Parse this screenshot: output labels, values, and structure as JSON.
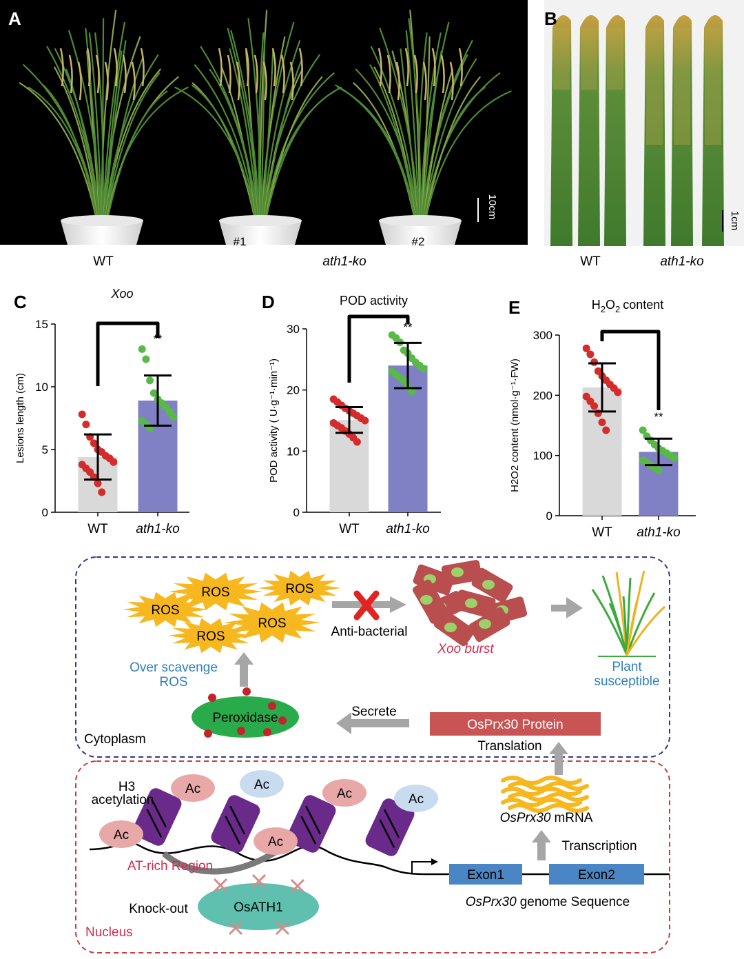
{
  "panels": {
    "A": {
      "label": "A",
      "plant_labels": [
        "#1",
        "#2"
      ],
      "scale_bar": "10cm",
      "captions": {
        "wt": "WT",
        "ko": "ath1-ko"
      }
    },
    "B": {
      "label": "B",
      "scale_bar": "1cm",
      "captions": {
        "wt": "WT",
        "ko": "ath1-ko"
      }
    },
    "C": {
      "label": "C"
    },
    "D": {
      "label": "D"
    },
    "E": {
      "label": "E"
    }
  },
  "chart_data": [
    {
      "type": "bar",
      "title": "Xoo",
      "ylabel": "Lesions length (cm)",
      "categories": [
        "WT",
        "ath1-ko"
      ],
      "values": [
        4.4,
        8.9
      ],
      "error": [
        1.8,
        2.0
      ],
      "ylim": [
        0,
        15
      ],
      "yticks": [
        "0",
        "5",
        "10",
        "15"
      ],
      "significance": "**",
      "bar_colors": [
        "#d9d9d9",
        "#7f81c4"
      ],
      "dot_colors": [
        "#d42b2b",
        "#58b947"
      ],
      "points": [
        [
          7.8,
          7.0,
          6.0,
          5.5,
          5.0,
          4.8,
          4.5,
          4.3,
          4.0,
          3.8,
          3.5,
          3.2,
          2.8,
          2.3,
          1.6
        ],
        [
          13.0,
          12.2,
          10.5,
          9.5,
          9.0,
          8.7,
          8.4,
          8.0,
          7.6,
          7.3,
          7.0,
          6.7
        ]
      ]
    },
    {
      "type": "bar",
      "title": "POD activity",
      "ylabel": "POD activity ( U·g⁻¹·min⁻¹)",
      "categories": [
        "WT",
        "ath1-ko"
      ],
      "values": [
        15.1,
        24.0
      ],
      "error": [
        2.1,
        3.7
      ],
      "ylim": [
        0,
        30
      ],
      "yticks": [
        "0",
        "10",
        "20",
        "30"
      ],
      "significance": "**",
      "bar_colors": [
        "#d9d9d9",
        "#7f81c4"
      ],
      "dot_colors": [
        "#d42b2b",
        "#58b947"
      ],
      "points": [
        [
          18.5,
          18.0,
          17.5,
          17.0,
          16.6,
          16.2,
          15.8,
          15.4,
          15.0,
          14.6,
          14.2,
          13.8,
          13.3,
          12.8,
          12.2,
          11.5
        ],
        [
          29.0,
          28.5,
          27.8,
          26.5,
          26.0,
          25.2,
          24.5,
          24.0,
          23.5,
          23.0,
          22.5,
          22.0,
          21.5,
          20.5,
          19.8
        ]
      ]
    },
    {
      "type": "bar",
      "title": "H2O2 content",
      "ylabel": "H2O2 content (nmol·g⁻¹·FW)",
      "categories": [
        "WT",
        "ath1-ko"
      ],
      "values": [
        213,
        106
      ],
      "error": [
        40,
        22
      ],
      "ylim": [
        0,
        300
      ],
      "yticks": [
        "0",
        "100",
        "200",
        "300"
      ],
      "significance": "**",
      "bar_colors": [
        "#d9d9d9",
        "#7f81c4"
      ],
      "dot_colors": [
        "#d42b2b",
        "#58b947"
      ],
      "points": [
        [
          278,
          268,
          255,
          240,
          232,
          225,
          218,
          212,
          205,
          198,
          190,
          182,
          170,
          155,
          142
        ],
        [
          142,
          132,
          125,
          118,
          112,
          108,
          104,
          100,
          96,
          92,
          88,
          84,
          80,
          75
        ]
      ]
    }
  ],
  "diagram": {
    "ros_label": "ROS",
    "anti_bacterial": "Anti-bacterial",
    "xoo_burst": "Xoo burst",
    "plant_susceptible_1": "Plant",
    "plant_susceptible_2": "susceptible",
    "over_scavenge_1": "Over scavenge",
    "over_scavenge_2": "ROS",
    "peroxidase": "Peroxidase",
    "secrete": "Secrete",
    "protein": "OsPrx30 Protein",
    "translation": "Translation",
    "cytoplasm": "Cytoplasm",
    "h3_1": "H3",
    "h3_2": "acetylation",
    "ac": "Ac",
    "mrna": "mRNA",
    "osprx30": "OsPrx30",
    "transcription": "Transcription",
    "at_rich": "AT-rich Region",
    "exon1": "Exon1",
    "exon2": "Exon2",
    "genome": "genome Sequence",
    "knock_out": "Knock-out",
    "osath1": "OsATH1",
    "nucleus": "Nucleus",
    "colors": {
      "ros": "#f7b71e",
      "peroxidase": "#2aab4b",
      "protein": "#c85454",
      "exon": "#4a86c5",
      "osath1": "#5fc0b0",
      "cyto_border": "#2c3a8a",
      "nucleus_border": "#c83c3c",
      "nucleosome": "#6a2a8a",
      "blue_text": "#2f7fc0",
      "red_text": "#d42b4b"
    }
  }
}
